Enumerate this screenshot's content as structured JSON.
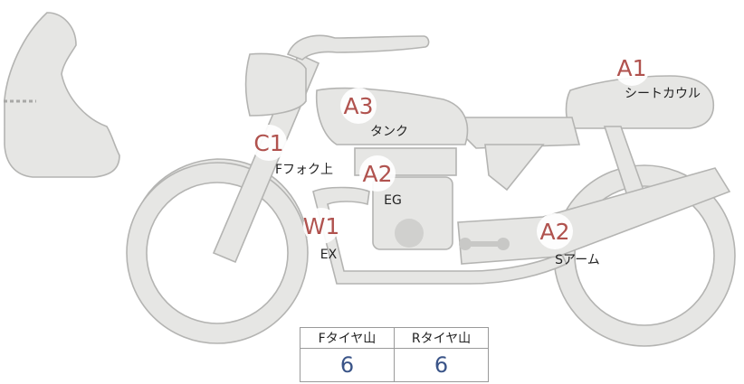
{
  "diagram": {
    "markers": [
      {
        "code": "A1",
        "label": "シートカウル"
      },
      {
        "code": "A3",
        "label": "タンク"
      },
      {
        "code": "C1",
        "label": "Fフォク上"
      },
      {
        "code": "A2",
        "label": "EG"
      },
      {
        "code": "W1",
        "label": "EX"
      },
      {
        "code": "A2",
        "label": "Sアーム"
      }
    ]
  },
  "tread_table": {
    "headers": [
      "Fタイヤ山",
      "Rタイヤ山"
    ],
    "values": [
      "6",
      "6"
    ],
    "value_color": "#3a5488"
  },
  "colors": {
    "part_fill": "#e6e6e4",
    "part_stroke": "#b4b4b2",
    "code_color": "#b0524e"
  }
}
